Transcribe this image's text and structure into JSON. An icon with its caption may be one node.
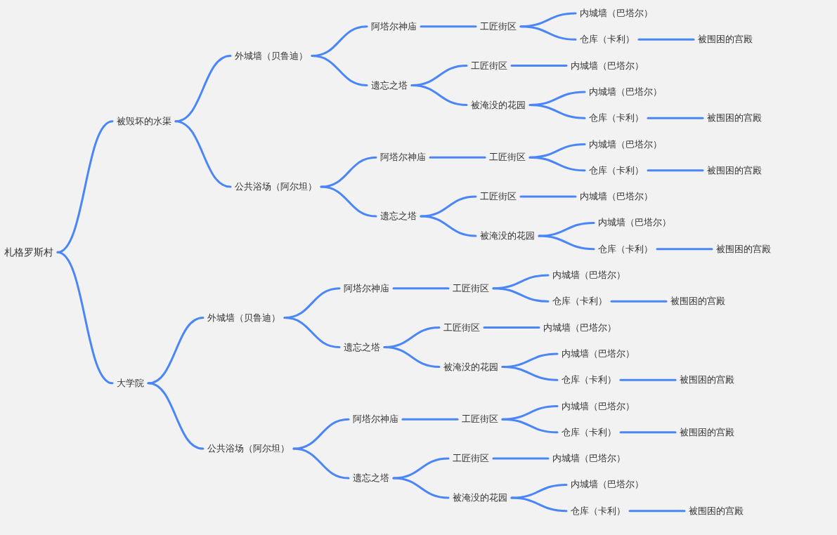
{
  "diagram": {
    "nodes": [
      {
        "text": [
          "札格罗斯村"
        ]
      },
      {
        "text": [
          "被毁坏的水渠"
        ]
      },
      {
        "text": [
          "外城墙（贝鲁迪）"
        ]
      },
      {
        "text": [
          "阿塔尔神庙"
        ]
      },
      {
        "text": [
          "工匠街区"
        ]
      },
      {
        "text": [
          "内城墙（巴塔尔）"
        ]
      },
      {
        "text": [
          "仓库（卡利）"
        ]
      },
      {
        "text": [
          "被围困的宫殿"
        ]
      },
      {
        "text": [
          "遗忘之塔"
        ]
      },
      {
        "text": [
          "工匠街区"
        ]
      },
      {
        "text": [
          "内城墙（巴塔尔）"
        ]
      },
      {
        "text": [
          "被淹没的花园"
        ]
      },
      {
        "text": [
          "内城墙（巴塔尔）"
        ]
      },
      {
        "text": [
          "仓库（卡利）"
        ]
      },
      {
        "text": [
          "被围困的宫殿"
        ]
      },
      {
        "text": [
          "公共浴场（阿尔坦）"
        ]
      },
      {
        "text": [
          "阿塔尔神庙"
        ]
      },
      {
        "text": [
          "工匠街区"
        ]
      },
      {
        "text": [
          "内城墙（巴塔尔）"
        ]
      },
      {
        "text": [
          "仓库（卡利）"
        ]
      },
      {
        "text": [
          "被围困的宫殿"
        ]
      },
      {
        "text": [
          "遗忘之塔"
        ]
      },
      {
        "text": [
          "工匠街区"
        ]
      },
      {
        "text": [
          "内城墙（巴塔尔）"
        ]
      },
      {
        "text": [
          "被淹没的花园"
        ]
      },
      {
        "text": [
          "内城墙（巴塔尔）"
        ]
      },
      {
        "text": [
          "仓库（卡利）"
        ]
      },
      {
        "text": [
          "被围困的宫殿"
        ]
      },
      {
        "text": [
          "大学院"
        ]
      },
      {
        "text": [
          "外城墙（贝鲁迪）"
        ]
      },
      {
        "text": [
          "阿塔尔神庙"
        ]
      },
      {
        "text": [
          "工匠街区"
        ]
      },
      {
        "text": [
          "内城墙（巴塔尔）"
        ]
      },
      {
        "text": [
          "仓库（卡利）"
        ]
      },
      {
        "text": [
          "被围困的宫殿"
        ]
      },
      {
        "text": [
          "遗忘之塔"
        ]
      },
      {
        "text": [
          "工匠街区"
        ]
      },
      {
        "text": [
          "内城墙（巴塔尔）"
        ]
      },
      {
        "text": [
          "被淹没的花园"
        ]
      },
      {
        "text": [
          "内城墙（巴塔尔）"
        ]
      },
      {
        "text": [
          "仓库（卡利）"
        ]
      },
      {
        "text": [
          "被围困的宫殿"
        ]
      },
      {
        "text": [
          "公共浴场（阿尔坦）"
        ]
      },
      {
        "text": [
          "阿塔尔神庙"
        ]
      },
      {
        "text": [
          "工匠街区"
        ]
      },
      {
        "text": [
          "内城墙（巴塔尔）"
        ]
      },
      {
        "text": [
          "仓库（卡利）"
        ]
      },
      {
        "text": [
          "被围困的宫殿"
        ]
      },
      {
        "text": [
          "遗忘之塔"
        ]
      },
      {
        "text": [
          "工匠街区"
        ]
      },
      {
        "text": [
          "内城墙（巴塔尔）"
        ]
      },
      {
        "text": [
          "被淹没的花园"
        ]
      },
      {
        "text": [
          "内城墙（巴塔尔）"
        ]
      },
      {
        "text": [
          "仓库（卡利）"
        ]
      },
      {
        "text": [
          "被围困的宫殿"
        ]
      }
    ],
    "edges": [
      {
        "from": 0,
        "to": 1,
        "arrow": "none"
      },
      {
        "from": 1,
        "to": 2,
        "arrow": "none"
      },
      {
        "from": 2,
        "to": 3,
        "arrow": "none"
      },
      {
        "from": 3,
        "to": 4,
        "arrow": "none"
      },
      {
        "from": 4,
        "to": 5,
        "arrow": "none"
      },
      {
        "from": 4,
        "to": 6,
        "arrow": "none"
      },
      {
        "from": 6,
        "to": 7,
        "arrow": "none"
      },
      {
        "from": 2,
        "to": 8,
        "arrow": "none"
      },
      {
        "from": 8,
        "to": 9,
        "arrow": "none"
      },
      {
        "from": 9,
        "to": 10,
        "arrow": "none"
      },
      {
        "from": 8,
        "to": 11,
        "arrow": "none"
      },
      {
        "from": 11,
        "to": 12,
        "arrow": "none"
      },
      {
        "from": 11,
        "to": 13,
        "arrow": "none"
      },
      {
        "from": 13,
        "to": 14,
        "arrow": "none"
      },
      {
        "from": 1,
        "to": 15,
        "arrow": "none"
      },
      {
        "from": 15,
        "to": 16,
        "arrow": "none"
      },
      {
        "from": 16,
        "to": 17,
        "arrow": "none"
      },
      {
        "from": 17,
        "to": 18,
        "arrow": "none"
      },
      {
        "from": 17,
        "to": 19,
        "arrow": "none"
      },
      {
        "from": 19,
        "to": 20,
        "arrow": "none"
      },
      {
        "from": 15,
        "to": 21,
        "arrow": "none"
      },
      {
        "from": 21,
        "to": 22,
        "arrow": "none"
      },
      {
        "from": 22,
        "to": 23,
        "arrow": "none"
      },
      {
        "from": 21,
        "to": 24,
        "arrow": "none"
      },
      {
        "from": 24,
        "to": 25,
        "arrow": "none"
      },
      {
        "from": 24,
        "to": 26,
        "arrow": "none"
      },
      {
        "from": 26,
        "to": 27,
        "arrow": "none"
      },
      {
        "from": 0,
        "to": 28,
        "arrow": "none"
      },
      {
        "from": 28,
        "to": 29,
        "arrow": "none"
      },
      {
        "from": 29,
        "to": 30,
        "arrow": "none"
      },
      {
        "from": 30,
        "to": 31,
        "arrow": "none"
      },
      {
        "from": 31,
        "to": 32,
        "arrow": "none"
      },
      {
        "from": 31,
        "to": 33,
        "arrow": "none"
      },
      {
        "from": 33,
        "to": 34,
        "arrow": "none"
      },
      {
        "from": 29,
        "to": 35,
        "arrow": "none"
      },
      {
        "from": 35,
        "to": 36,
        "arrow": "none"
      },
      {
        "from": 36,
        "to": 37,
        "arrow": "none"
      },
      {
        "from": 35,
        "to": 38,
        "arrow": "none"
      },
      {
        "from": 38,
        "to": 39,
        "arrow": "none"
      },
      {
        "from": 38,
        "to": 40,
        "arrow": "none"
      },
      {
        "from": 40,
        "to": 41,
        "arrow": "none"
      },
      {
        "from": 28,
        "to": 42,
        "arrow": "none"
      },
      {
        "from": 42,
        "to": 43,
        "arrow": "none"
      },
      {
        "from": 43,
        "to": 44,
        "arrow": "none"
      },
      {
        "from": 44,
        "to": 45,
        "arrow": "none"
      },
      {
        "from": 44,
        "to": 46,
        "arrow": "none"
      },
      {
        "from": 46,
        "to": 47,
        "arrow": "none"
      },
      {
        "from": 42,
        "to": 48,
        "arrow": "none"
      },
      {
        "from": 48,
        "to": 49,
        "arrow": "none"
      },
      {
        "from": 49,
        "to": 50,
        "arrow": "none"
      },
      {
        "from": 48,
        "to": 51,
        "arrow": "none"
      },
      {
        "from": 51,
        "to": 52,
        "arrow": "none"
      },
      {
        "from": 51,
        "to": 53,
        "arrow": "none"
      },
      {
        "from": 53,
        "to": 54,
        "arrow": "none"
      }
    ]
  }
}
